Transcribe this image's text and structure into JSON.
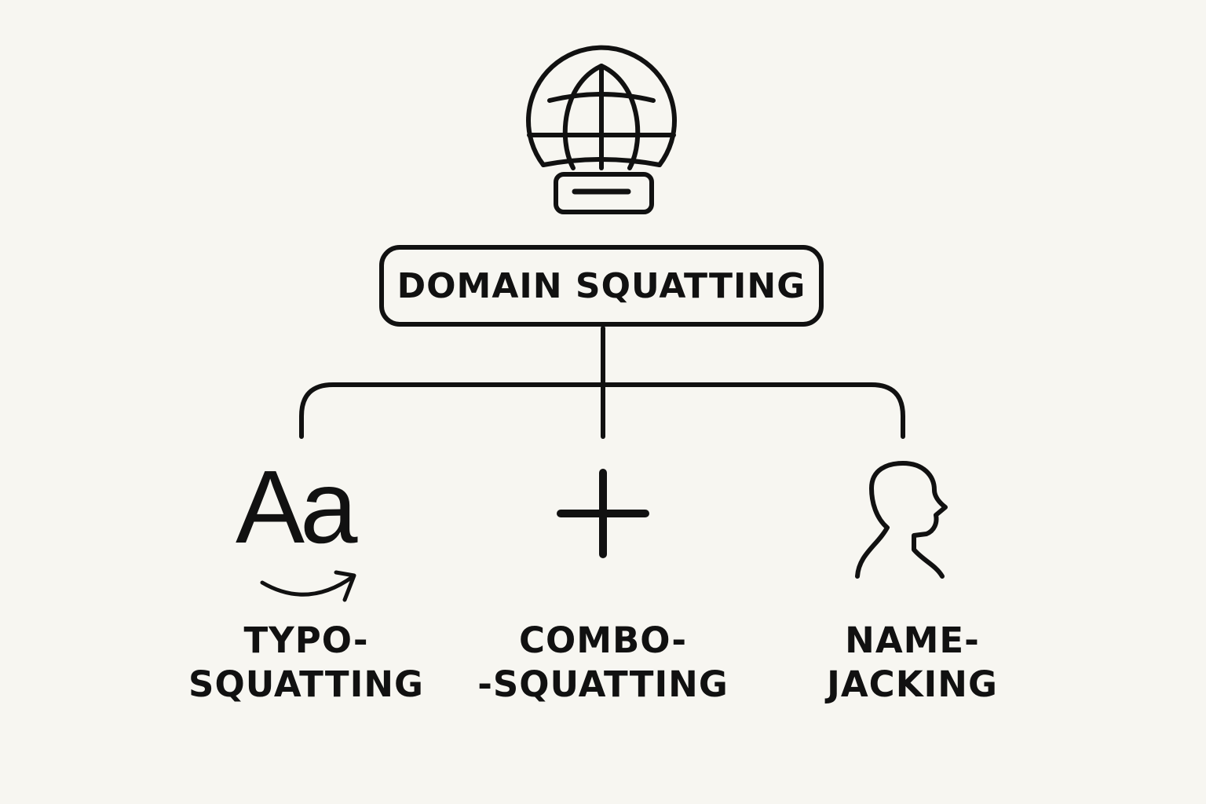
{
  "colors": {
    "background": "#f7f6f1",
    "ink": "#111111"
  },
  "root": {
    "icon": "globe-icon",
    "label": "DOMAIN SQUATTING"
  },
  "branches": [
    {
      "icon": "letters-aa-icon",
      "glyph": "Aa",
      "label_line1": "TYPO-",
      "label_line2": "SQUATTING"
    },
    {
      "icon": "plus-icon",
      "label_line1": "COMBO-",
      "label_line2": "-SQUATTING"
    },
    {
      "icon": "person-head-icon",
      "label_line1": "NAME-",
      "label_line2": "JACKING"
    }
  ]
}
